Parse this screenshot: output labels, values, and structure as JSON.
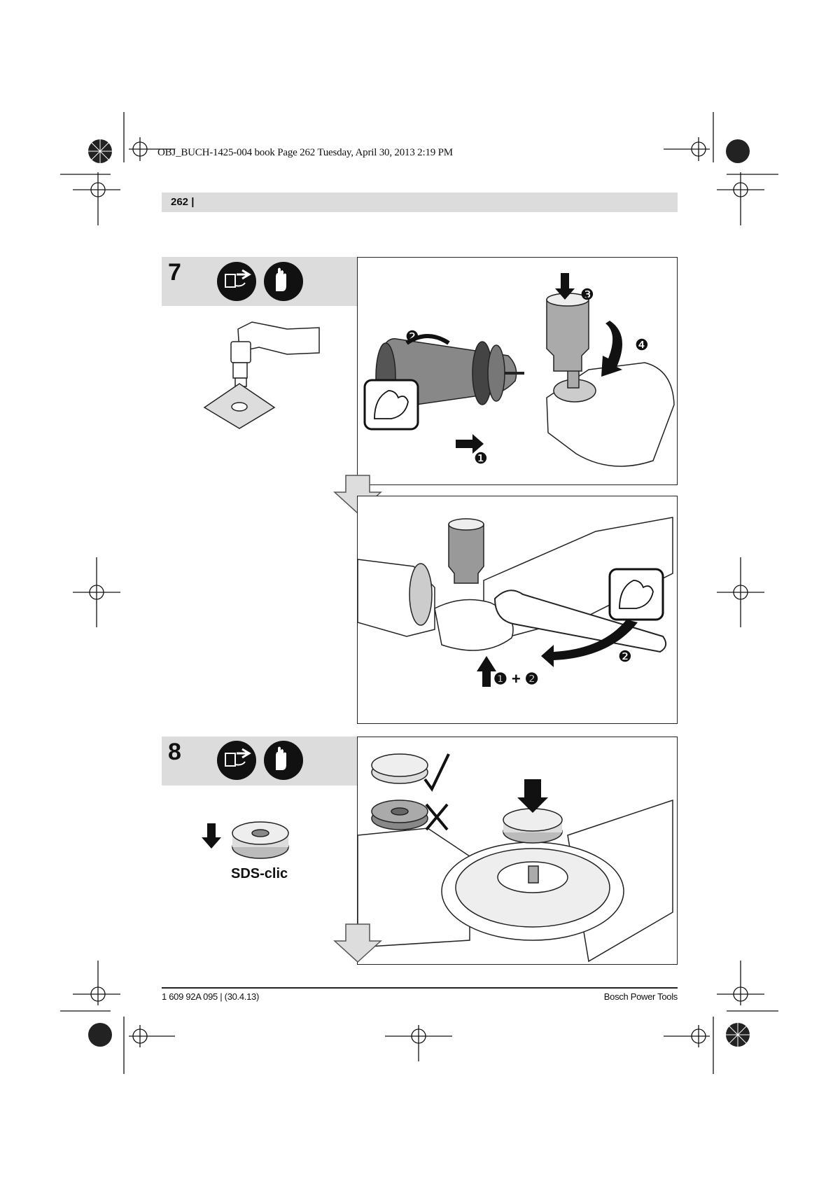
{
  "header": {
    "slug": "OBJ_BUCH-1425-004 book  Page 262  Tuesday, April 30, 2013  2:19 PM",
    "page_number": "262 |"
  },
  "steps": [
    {
      "number": "7",
      "icons": [
        "unplug-icon",
        "gloves-icon"
      ],
      "panels": [
        {
          "callouts": [
            "❷",
            "❸",
            "❹",
            "❶"
          ]
        },
        {
          "callouts": [
            "❷",
            "❶ + ❷"
          ]
        }
      ]
    },
    {
      "number": "8",
      "icons": [
        "unplug-icon",
        "gloves-icon"
      ],
      "side_label": "SDS-clic"
    }
  ],
  "footer": {
    "left": "1 609 92A 095 | (30.4.13)",
    "right": "Bosch Power Tools"
  }
}
